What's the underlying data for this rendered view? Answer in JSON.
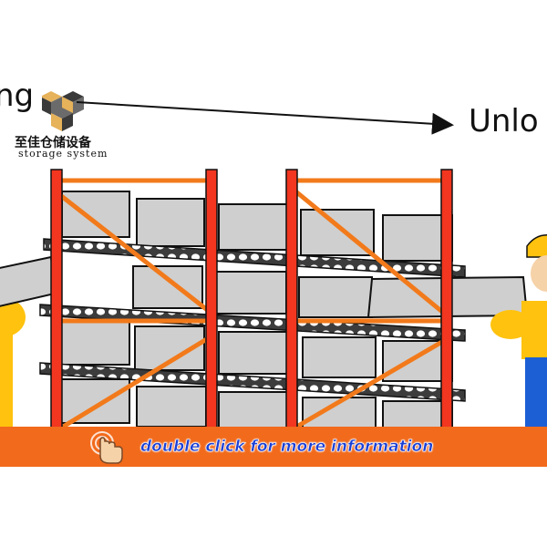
{
  "labels": {
    "load_fragment": "ng",
    "unload_fragment": "Unlo"
  },
  "logo": {
    "brand_cn": "至佳仓储设备",
    "brand_en": "storage system",
    "icon": "cube-logo-icon"
  },
  "banner": {
    "text": "double click for more information",
    "icon": "pointing-hand-icon"
  },
  "colors": {
    "upright": "#f2361f",
    "brace": "#f27a1b",
    "carton": "#cfcfcf",
    "banner": "#f26a1b",
    "banner_text": "#1a3fd6",
    "worker_shirt": "#ffc20e",
    "worker_pants": "#1c5fd4"
  }
}
